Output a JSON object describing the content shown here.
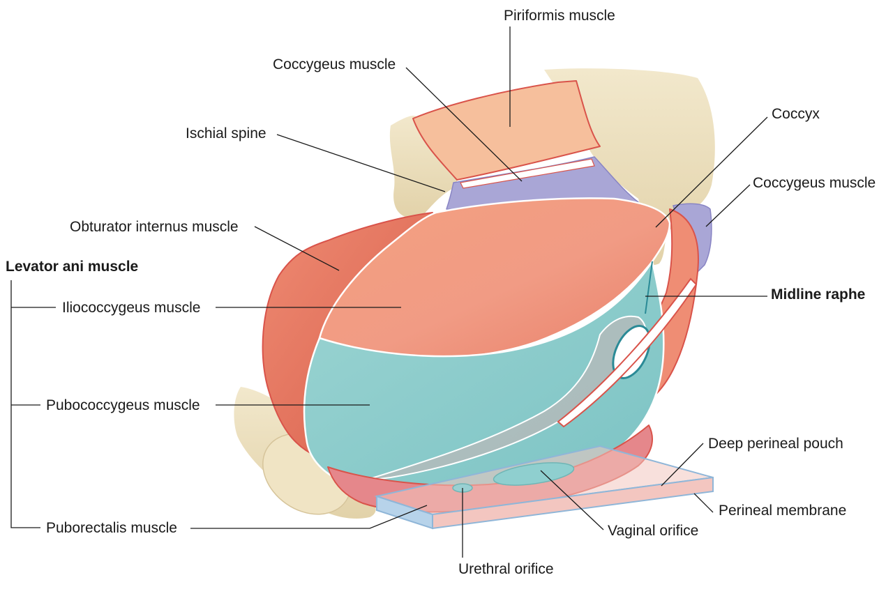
{
  "labels": {
    "piriformis": "Piriformis muscle",
    "coccygeus_top": "Coccygeus muscle",
    "ischial_spine": "Ischial spine",
    "obturator_internus": "Obturator internus muscle",
    "levator_ani": "Levator ani muscle",
    "iliococcygeus": "Iliococcygeus muscle",
    "pubococcygeus": "Pubococcygeus muscle",
    "puborectalis": "Puborectalis muscle",
    "coccyx": "Coccyx",
    "coccygeus_right": "Coccygeus muscle",
    "midline_raphe": "Midline raphe",
    "deep_perineal_pouch": "Deep perineal pouch",
    "perineal_membrane": "Perineal membrane",
    "vaginal_orifice": "Vaginal orifice",
    "urethral_orifice": "Urethral orifice"
  },
  "colors": {
    "bone": "#eee2c2",
    "bone_shadow": "#d9c9a0",
    "piriformis": "#f6bf9c",
    "coccygeus": "#a9a6d6",
    "obturator": "#e8735e",
    "iliococcygeus": "#f0907a",
    "pubococcygeus": "#8fcfcf",
    "puborectalis": "#e5878b",
    "membrane": "#b7d3ea",
    "membrane_fill": "#f3c6c0",
    "outline": "#d9534a"
  }
}
